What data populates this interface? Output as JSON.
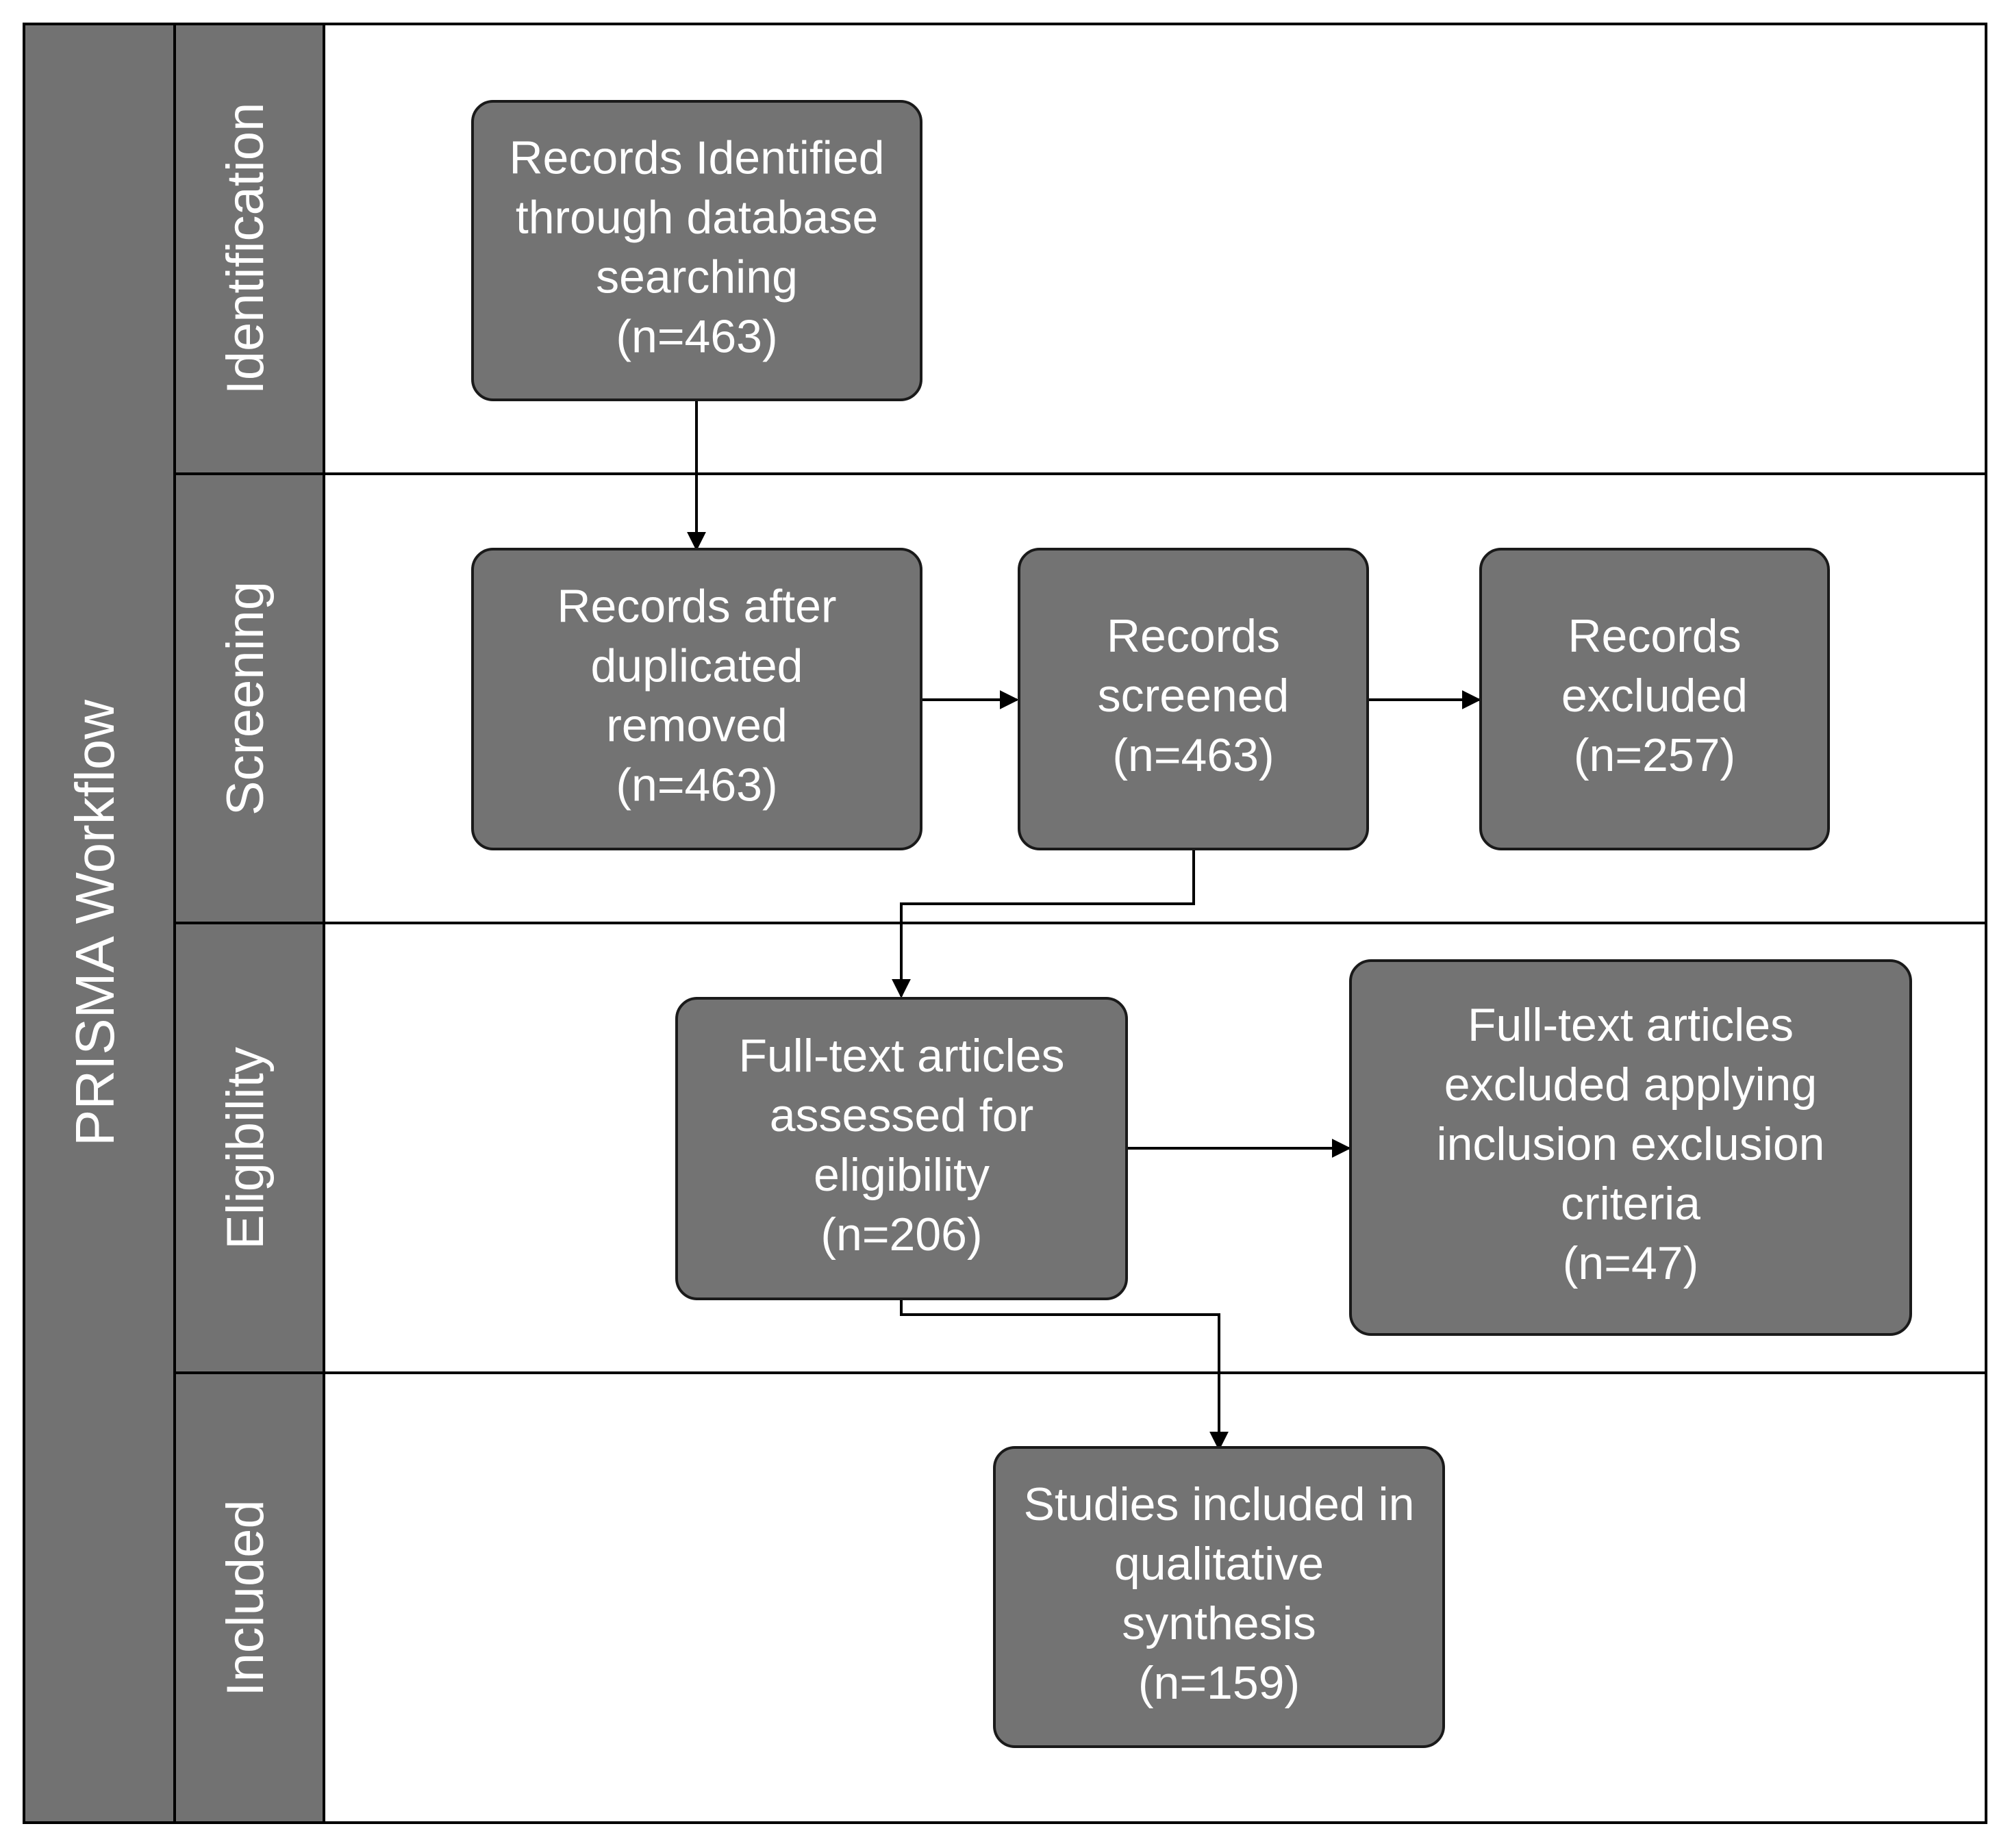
{
  "title": "PRISMA Workflow",
  "colors": {
    "panel": "#727272",
    "box": "#737373",
    "box_border": "#1a1a1a",
    "text": "#ffffff",
    "line": "#000000"
  },
  "lanes": [
    {
      "label": "Identification"
    },
    {
      "label": "Screening"
    },
    {
      "label": "Eligibility"
    },
    {
      "label": "Included"
    }
  ],
  "boxes": {
    "identified": {
      "lines": [
        "Records Identified",
        "through database",
        "searching",
        "(n=463)"
      ]
    },
    "after_duplicates": {
      "lines": [
        "Records after",
        "duplicated",
        "removed",
        "(n=463)"
      ]
    },
    "screened": {
      "lines": [
        "Records",
        "screened",
        "(n=463)"
      ]
    },
    "excluded": {
      "lines": [
        "Records",
        "excluded",
        "(n=257)"
      ]
    },
    "fulltext_assessed": {
      "lines": [
        "Full-text articles",
        "assessed for",
        "eligibility",
        "(n=206)"
      ]
    },
    "fulltext_excluded": {
      "lines": [
        "Full-text articles",
        "excluded applying",
        "inclusion exclusion",
        "criteria",
        "(n=47)"
      ]
    },
    "included": {
      "lines": [
        "Studies included in",
        "qualitative",
        "synthesis",
        "(n=159)"
      ]
    }
  }
}
